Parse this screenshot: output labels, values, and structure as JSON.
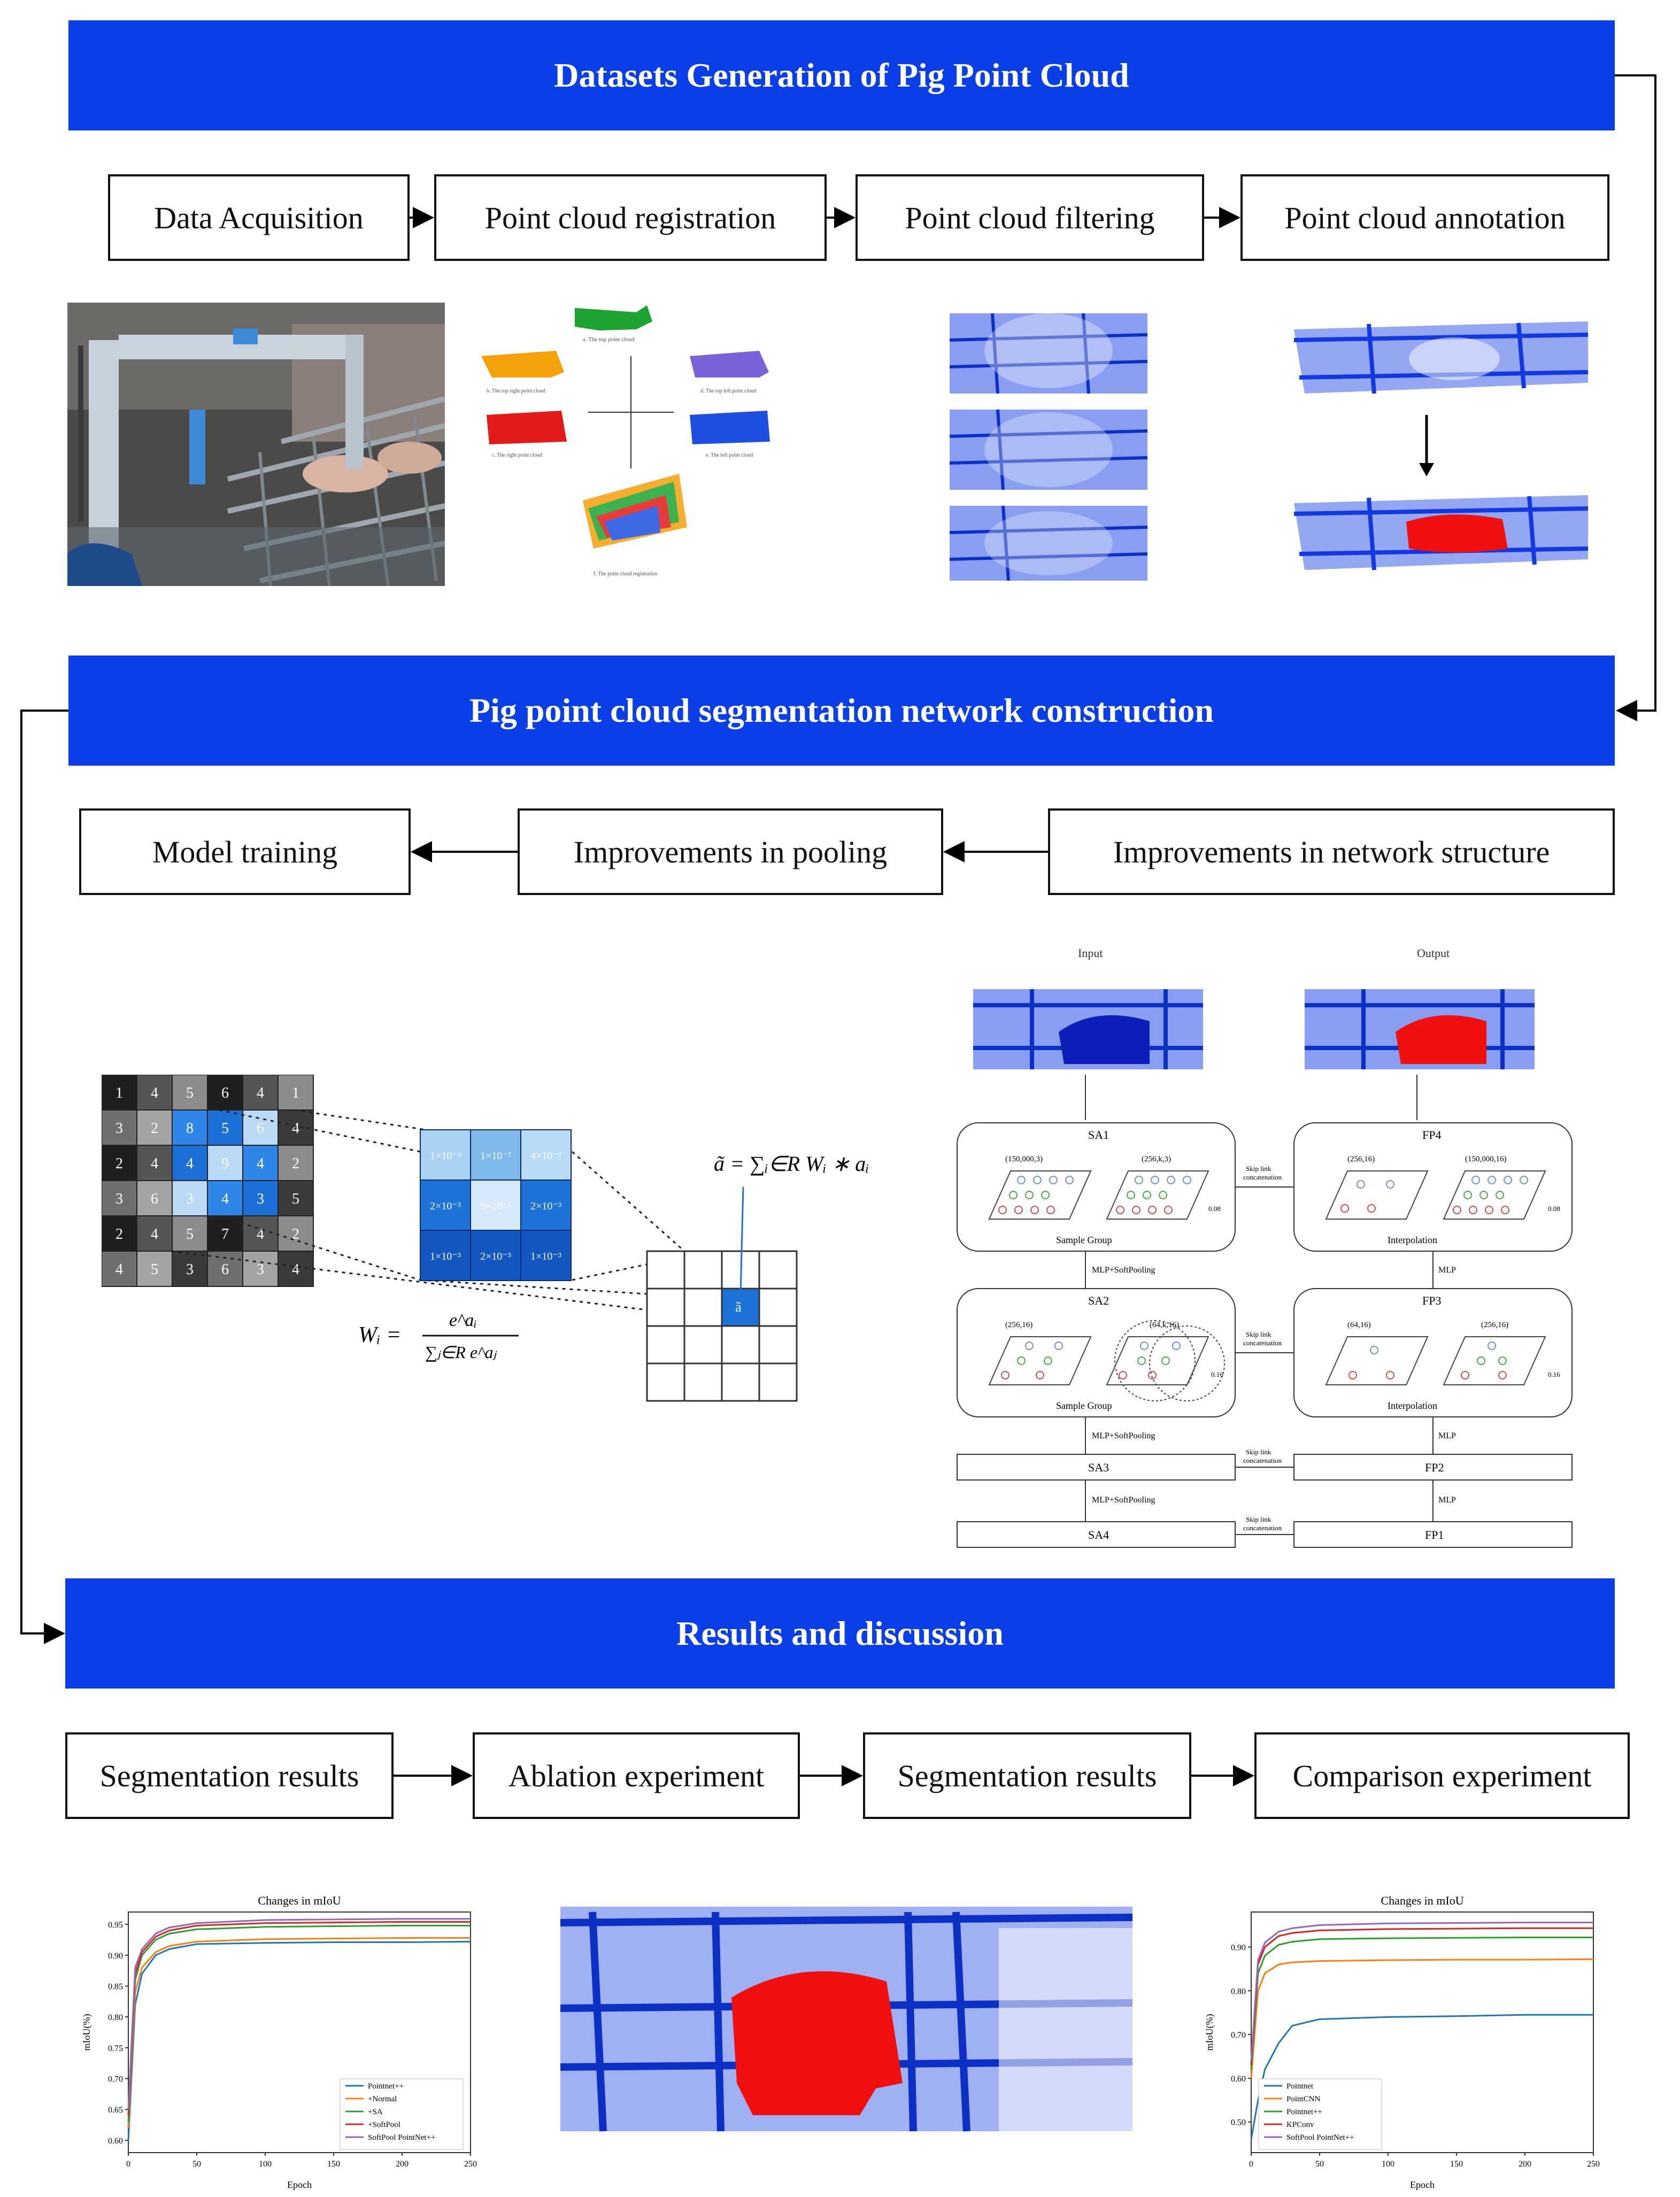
{
  "banners": {
    "b1": "Datasets Generation of Pig Point Cloud",
    "b2": "Pig point cloud segmentation network construction",
    "b3": "Results and discussion"
  },
  "row1_steps": [
    "Data Acquisition",
    "Point cloud registration",
    "Point cloud filtering",
    "Point cloud annotation"
  ],
  "row2_steps": [
    "Model training",
    "Improvements in pooling",
    "Improvements in network structure"
  ],
  "row3_steps": [
    "Segmentation results",
    "Ablation experiment",
    "Segmentation results",
    "Comparison experiment"
  ],
  "registration_captions": {
    "top": "a. The top point cloud",
    "top_right": "b. The top right point cloud",
    "top_left": "d. The top left point cloud",
    "right": "c. The right point cloud",
    "left": "e. The left point cloud",
    "merged": "f. The point cloud registration"
  },
  "pooling": {
    "input_grid": [
      [
        1,
        4,
        5,
        6,
        4,
        1
      ],
      [
        3,
        2,
        8,
        5,
        6,
        4
      ],
      [
        2,
        4,
        4,
        9,
        4,
        2
      ],
      [
        3,
        6,
        3,
        4,
        3,
        5
      ],
      [
        2,
        4,
        5,
        7,
        4,
        2
      ],
      [
        4,
        5,
        3,
        6,
        3,
        4
      ]
    ],
    "weight_grid": [
      [
        "1×10⁻³",
        "1×10⁻²",
        "4×10⁻²"
      ],
      [
        "2×10⁻³",
        "9×10⁻¹",
        "2×10⁻³"
      ],
      [
        "1×10⁻³",
        "2×10⁻³",
        "1×10⁻³"
      ]
    ],
    "formula_weight_lhs": "Wᵢ =",
    "formula_weight_num": "e^aᵢ",
    "formula_weight_den": "∑ⱼ∈R e^aⱼ",
    "formula_out": "ã = ∑ᵢ∈R Wᵢ ∗ aᵢ",
    "output_cell": "ã"
  },
  "network": {
    "input_label": "Input",
    "output_label": "Output",
    "sa1": "SA1",
    "sa2": "SA2",
    "sa3": "SA3",
    "sa4": "SA4",
    "fp4": "FP4",
    "fp3": "FP3",
    "fp2": "FP2",
    "fp1": "FP1",
    "sa1_shapes": [
      "(150,000,3)",
      "(256,k,3)"
    ],
    "fp4_shapes": [
      "(256,16)",
      "(150,000,16)"
    ],
    "sa2_shapes": [
      "(256,16)",
      "(64,k,16)"
    ],
    "fp3_shapes": [
      "(64,16)",
      "(256,16)"
    ],
    "radius_labels": [
      "0.08",
      "0.08",
      "0.16",
      "0.16"
    ],
    "sample_group": "Sample Group",
    "interpolation": "Interpolation",
    "mlp_softpooling": "MLP+SoftPooling",
    "mlp": "MLP",
    "skip_link": "Skip link",
    "skip_link2": "concatenation"
  },
  "chart_data": [
    {
      "type": "line",
      "title": "Changes in mIoU",
      "xlabel": "Epoch",
      "ylabel": "mIoU(%)",
      "xlim": [
        0,
        250
      ],
      "ylim": [
        0.58,
        0.97
      ],
      "xticks": [
        0,
        50,
        100,
        150,
        200,
        250
      ],
      "yticks": [
        0.6,
        0.65,
        0.7,
        0.75,
        0.8,
        0.85,
        0.9,
        0.95
      ],
      "legend_position": "lower-right",
      "series": [
        {
          "name": "Pointnet++",
          "color": "#1f77b4",
          "x": [
            0,
            5,
            10,
            20,
            30,
            50,
            100,
            150,
            200,
            250
          ],
          "y": [
            0.6,
            0.82,
            0.87,
            0.9,
            0.91,
            0.918,
            0.92,
            0.921,
            0.921,
            0.922
          ]
        },
        {
          "name": "+Normal",
          "color": "#ff7f0e",
          "x": [
            0,
            5,
            10,
            20,
            30,
            50,
            100,
            150,
            200,
            250
          ],
          "y": [
            0.62,
            0.84,
            0.88,
            0.905,
            0.915,
            0.922,
            0.926,
            0.927,
            0.928,
            0.928
          ]
        },
        {
          "name": "+SA",
          "color": "#2ca02c",
          "x": [
            0,
            5,
            10,
            20,
            30,
            50,
            100,
            150,
            200,
            250
          ],
          "y": [
            0.63,
            0.86,
            0.9,
            0.925,
            0.935,
            0.942,
            0.946,
            0.947,
            0.948,
            0.948
          ]
        },
        {
          "name": "+SoftPool",
          "color": "#d62728",
          "x": [
            0,
            5,
            10,
            20,
            30,
            50,
            100,
            150,
            200,
            250
          ],
          "y": [
            0.64,
            0.87,
            0.905,
            0.93,
            0.94,
            0.948,
            0.952,
            0.953,
            0.954,
            0.954
          ]
        },
        {
          "name": "SoftPool PointNet++",
          "color": "#9467bd",
          "x": [
            0,
            5,
            10,
            20,
            30,
            50,
            100,
            150,
            200,
            250
          ],
          "y": [
            0.65,
            0.88,
            0.91,
            0.935,
            0.945,
            0.952,
            0.957,
            0.958,
            0.959,
            0.959
          ]
        }
      ]
    },
    {
      "type": "line",
      "title": "Changes in mIoU",
      "xlabel": "Epoch",
      "ylabel": "mIoU(%)",
      "xlim": [
        0,
        250
      ],
      "ylim": [
        0.43,
        0.98
      ],
      "xticks": [
        0,
        50,
        100,
        150,
        200,
        250
      ],
      "yticks": [
        0.5,
        0.6,
        0.7,
        0.8,
        0.9
      ],
      "legend_position": "lower-left",
      "series": [
        {
          "name": "Pointnet",
          "color": "#1f77b4",
          "x": [
            0,
            5,
            10,
            20,
            30,
            50,
            100,
            150,
            200,
            250
          ],
          "y": [
            0.46,
            0.55,
            0.62,
            0.68,
            0.72,
            0.735,
            0.74,
            0.742,
            0.745,
            0.745
          ]
        },
        {
          "name": "PointCNN",
          "color": "#ff7f0e",
          "x": [
            0,
            5,
            10,
            20,
            30,
            50,
            100,
            150,
            200,
            250
          ],
          "y": [
            0.6,
            0.8,
            0.84,
            0.86,
            0.865,
            0.868,
            0.87,
            0.871,
            0.871,
            0.872
          ]
        },
        {
          "name": "Pointnet++",
          "color": "#2ca02c",
          "x": [
            0,
            5,
            10,
            20,
            30,
            50,
            100,
            150,
            200,
            250
          ],
          "y": [
            0.62,
            0.84,
            0.88,
            0.905,
            0.912,
            0.918,
            0.92,
            0.921,
            0.922,
            0.922
          ]
        },
        {
          "name": "KPConv",
          "color": "#d62728",
          "x": [
            0,
            5,
            10,
            20,
            30,
            50,
            100,
            150,
            200,
            250
          ],
          "y": [
            0.63,
            0.86,
            0.9,
            0.925,
            0.932,
            0.938,
            0.941,
            0.942,
            0.943,
            0.943
          ]
        },
        {
          "name": "SoftPool PointNet++",
          "color": "#9467bd",
          "x": [
            0,
            5,
            10,
            20,
            30,
            50,
            100,
            150,
            200,
            250
          ],
          "y": [
            0.64,
            0.87,
            0.91,
            0.935,
            0.943,
            0.95,
            0.954,
            0.955,
            0.956,
            0.956
          ]
        }
      ]
    }
  ]
}
